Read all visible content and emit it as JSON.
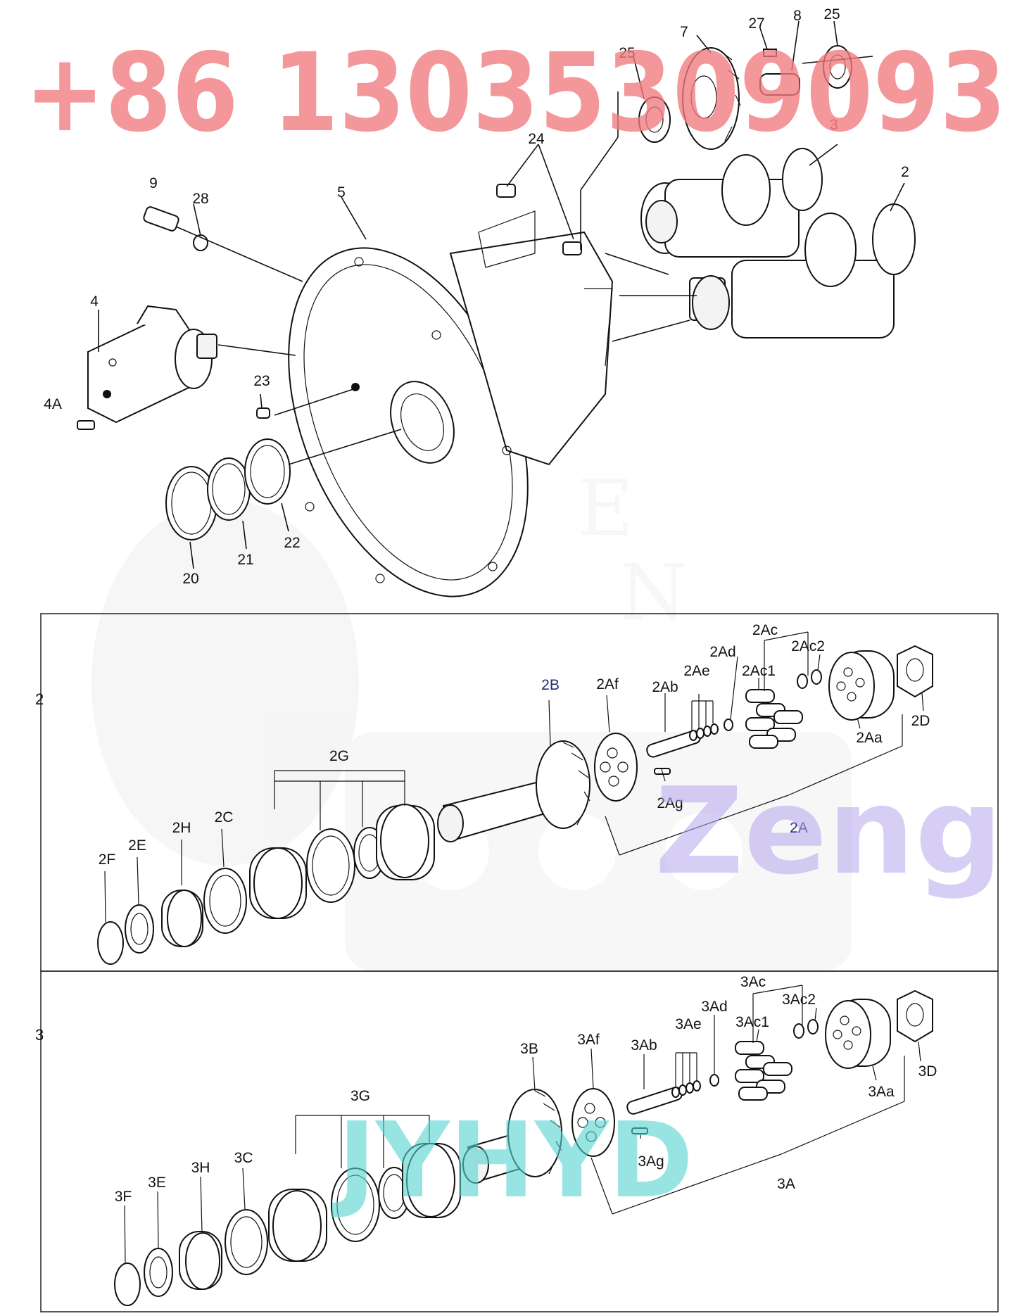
{
  "watermarks": {
    "phone": "+86 13035309093",
    "brand_zeng": "Zeng",
    "brand_jyhyd": "JYHYD"
  },
  "colors": {
    "phone_watermark": "#f07b7f",
    "zeng_watermark": "#b7a7ef",
    "jyhyd_watermark": "#53d3cf",
    "red_label": "#c92a2a",
    "blue_label": "#1f2e7a"
  },
  "upper_labels": {
    "l7": "7",
    "l27": "27",
    "l8": "8",
    "l25a": "25",
    "l25b": "25",
    "l3": "3",
    "l24": "24",
    "l2": "2",
    "l9": "9",
    "l28": "28",
    "l5": "5",
    "l4": "4",
    "l4A": "4A",
    "l23": "23",
    "l20": "20",
    "l21": "21",
    "l22": "22"
  },
  "section2": {
    "number": "2",
    "labels": {
      "s2Ac": "2Ac",
      "s2Ad": "2Ad",
      "s2Ac2": "2Ac2",
      "s2Ae": "2Ae",
      "s2Ac1": "2Ac1",
      "s2B": "2B",
      "s2Af": "2Af",
      "s2Ab": "2Ab",
      "s2D": "2D",
      "s2Aa": "2Aa",
      "s2G": "2G",
      "s2Ag": "2Ag",
      "s2A": "2A",
      "s2H": "2H",
      "s2C": "2C",
      "s2E": "2E",
      "s2F": "2F"
    }
  },
  "section3": {
    "number": "3",
    "labels": {
      "s3Ac": "3Ac",
      "s3Ad": "3Ad",
      "s3Ac2": "3Ac2",
      "s3Ae": "3Ae",
      "s3Ac1": "3Ac1",
      "s3B": "3B",
      "s3Af": "3Af",
      "s3Ab": "3Ab",
      "s3D": "3D",
      "s3Aa": "3Aa",
      "s3G": "3G",
      "s3Ag": "3Ag",
      "s3A": "3A",
      "s3H": "3H",
      "s3C": "3C",
      "s3E": "3E",
      "s3F": "3F"
    }
  }
}
